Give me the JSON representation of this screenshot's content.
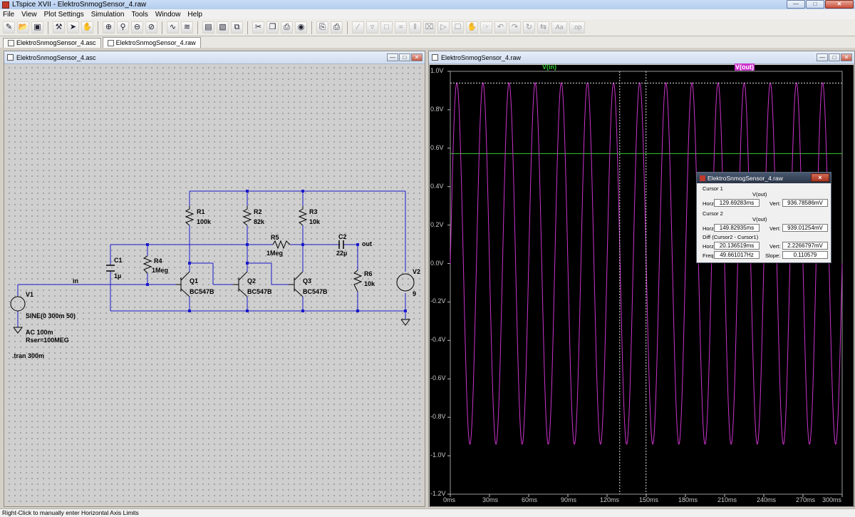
{
  "window": {
    "title": "LTspice XVII - ElektroSnmogSensor_4.raw"
  },
  "menu": [
    "File",
    "View",
    "Plot Settings",
    "Simulation",
    "Tools",
    "Window",
    "Help"
  ],
  "toolbar": {
    "icons": [
      "new-schematic-icon",
      "open-icon",
      "save-icon",
      "control-panel-icon",
      "run-icon",
      "halt-icon",
      "zoom-in-icon",
      "zoom-out-icon",
      "zoom-fit-icon",
      "zoom-cancel-icon",
      "autorange-icon",
      "waveform-icon",
      "tile-horizontal-icon",
      "tile-vertical-icon",
      "cascade-icon",
      "cut-icon",
      "copy-icon",
      "paste-icon",
      "find-icon",
      "print-preview-icon",
      "print-icon",
      "wire-icon",
      "ground-icon",
      "label-icon",
      "resistor-icon",
      "capacitor-icon",
      "inductor-icon",
      "diode-icon",
      "component-icon",
      "move-icon",
      "drag-icon",
      "undo-icon",
      "redo-icon",
      "rotate-icon",
      "mirror-icon",
      "text-icon",
      "spice-directive-icon"
    ],
    "text_label": "Aa",
    "directive_label": ".op"
  },
  "tabs": [
    {
      "label": "ElektroSnmogSensor_4.asc"
    },
    {
      "label": "ElektroSnmogSensor_4.raw"
    }
  ],
  "schematic": {
    "title": "ElektroSnmogSensor_4.asc",
    "components": {
      "R1": {
        "name": "R1",
        "value": "100k"
      },
      "R2": {
        "name": "R2",
        "value": "82k"
      },
      "R3": {
        "name": "R3",
        "value": "10k"
      },
      "R4": {
        "name": "R4",
        "value": "1Meg"
      },
      "R5": {
        "name": "R5",
        "value": "1Meg"
      },
      "R6": {
        "name": "R6",
        "value": "10k"
      },
      "C1": {
        "name": "C1",
        "value": "1µ"
      },
      "C2": {
        "name": "C2",
        "value": "22µ"
      },
      "Q1": {
        "name": "Q1",
        "model": "BC547B"
      },
      "Q2": {
        "name": "Q2",
        "model": "BC547B"
      },
      "Q3": {
        "name": "Q3",
        "model": "BC547B"
      },
      "V1": {
        "name": "V1",
        "source": "SINE(0 300m 50)",
        "ac": "AC 100m",
        "rser": "Rser=100MEG"
      },
      "V2": {
        "name": "V2",
        "value": "9"
      }
    },
    "net_labels": {
      "in": "in",
      "out": "out"
    },
    "directive": ".tran 300m"
  },
  "waveform": {
    "title": "ElektroSnmogSensor_4.raw",
    "traces": [
      {
        "name": "V(in)",
        "color": "#33cc33"
      },
      {
        "name": "V(out)",
        "color": "#cc33cc"
      }
    ]
  },
  "chart_data": {
    "type": "line",
    "xlabel": "",
    "ylabel": "",
    "x_ticks": [
      "0ms",
      "30ms",
      "60ms",
      "90ms",
      "120ms",
      "150ms",
      "180ms",
      "210ms",
      "240ms",
      "270ms",
      "300ms"
    ],
    "y_ticks": [
      "1.0V",
      "0.8V",
      "0.6V",
      "0.4V",
      "0.2V",
      "0.0V",
      "-0.2V",
      "-0.4V",
      "-0.6V",
      "-0.8V",
      "-1.0V",
      "-1.2V"
    ],
    "xlim": [
      0,
      300
    ],
    "ylim": [
      -1.2,
      1.0
    ],
    "grid": false,
    "series": [
      {
        "name": "V(in)",
        "type": "constant",
        "value": 0.572
      },
      {
        "name": "V(out)",
        "type": "sine",
        "frequency_hz": 50,
        "amplitude": 0.94,
        "offset": 0.0
      }
    ],
    "cursors": {
      "cursor1_ms": 129.69283,
      "cursor2_ms": 149.82935,
      "level_v": 0.9388
    }
  },
  "cursor_dialog": {
    "title": "ElektroSnmogSensor_4.raw",
    "close": "×",
    "cursor1_label": "Cursor 1",
    "cursor1_trace": "V(out)",
    "cursor2_label": "Cursor 2",
    "cursor2_trace": "V(out)",
    "diff_label": "Diff (Cursor2 - Cursor1)",
    "horz_label": "Horz:",
    "vert_label": "Vert:",
    "freq_label": "Freq:",
    "slope_label": "Slope:",
    "c1_horz": "129.69283ms",
    "c1_vert": "936.78586mV",
    "c2_horz": "149.82935ms",
    "c2_vert": "939.01254mV",
    "diff_horz": "20.136519ms",
    "diff_vert": "2.2266797mV",
    "freq": "49.661017Hz",
    "slope": "0.110579"
  },
  "status": "Right-Click to manually enter Horizontal Axis Limits"
}
